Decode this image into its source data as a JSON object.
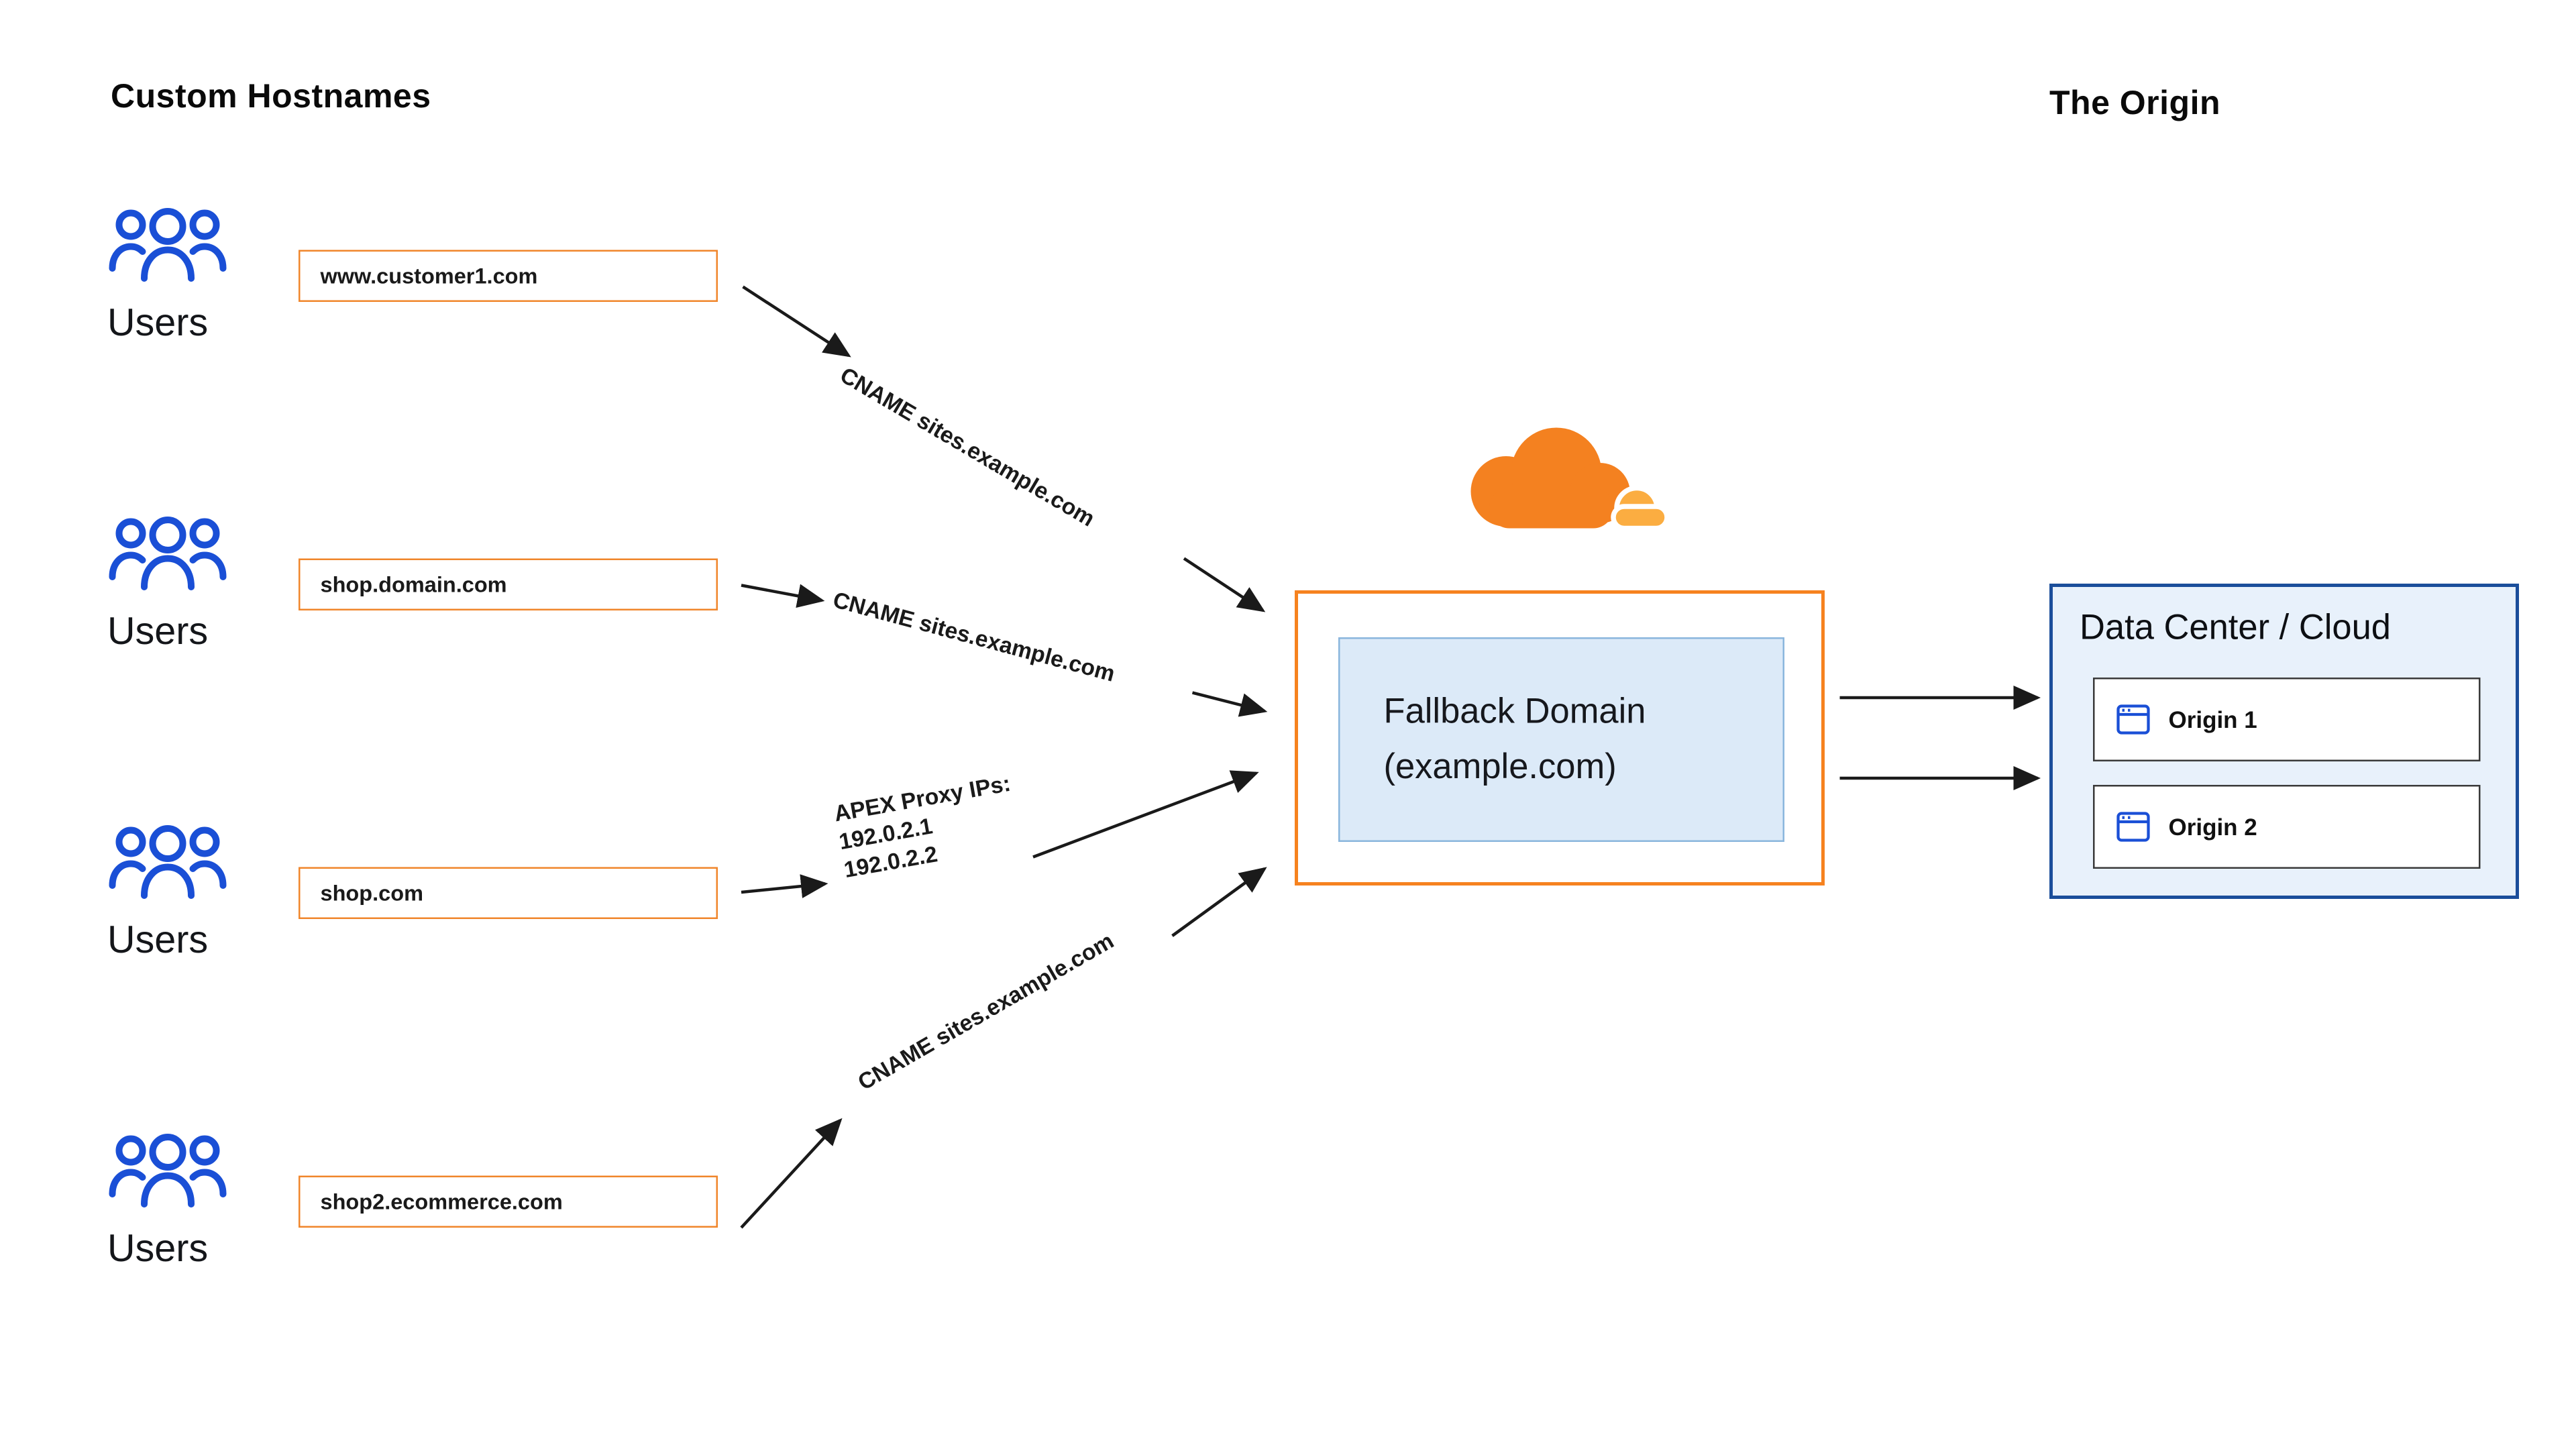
{
  "titles": {
    "left": "Custom Hostnames",
    "right": "The Origin"
  },
  "user_groups": [
    {
      "label": "Users"
    },
    {
      "label": "Users"
    },
    {
      "label": "Users"
    },
    {
      "label": "Users"
    }
  ],
  "hostnames": [
    "www.customer1.com",
    "shop.domain.com",
    "shop.com",
    "shop2.ecommerce.com"
  ],
  "connections": [
    {
      "label": "CNAME sites.example.com"
    },
    {
      "label": "CNAME sites.example.com"
    },
    {
      "label": "APEX Proxy IPs:",
      "lines": [
        "192.0.2.1",
        "192.0.2.2"
      ]
    },
    {
      "label": "CNAME sites.example.com"
    }
  ],
  "fallback": {
    "line1": "Fallback Domain",
    "line2": "(example.com)"
  },
  "origin": {
    "title": "Data Center / Cloud",
    "items": [
      {
        "label": "Origin 1"
      },
      {
        "label": "Origin 2"
      }
    ]
  },
  "colors": {
    "orange_border": "#F6821F",
    "cloud_orange": "#F48120",
    "cloud_light_orange": "#FBAD41",
    "users_blue": "#1A4FD6",
    "dc_border_blue": "#1B4E9B",
    "dc_bg_blue": "#E8F1FB",
    "fallback_bg_blue": "#DCEAF8",
    "arrow_black": "#1a1a1a"
  }
}
